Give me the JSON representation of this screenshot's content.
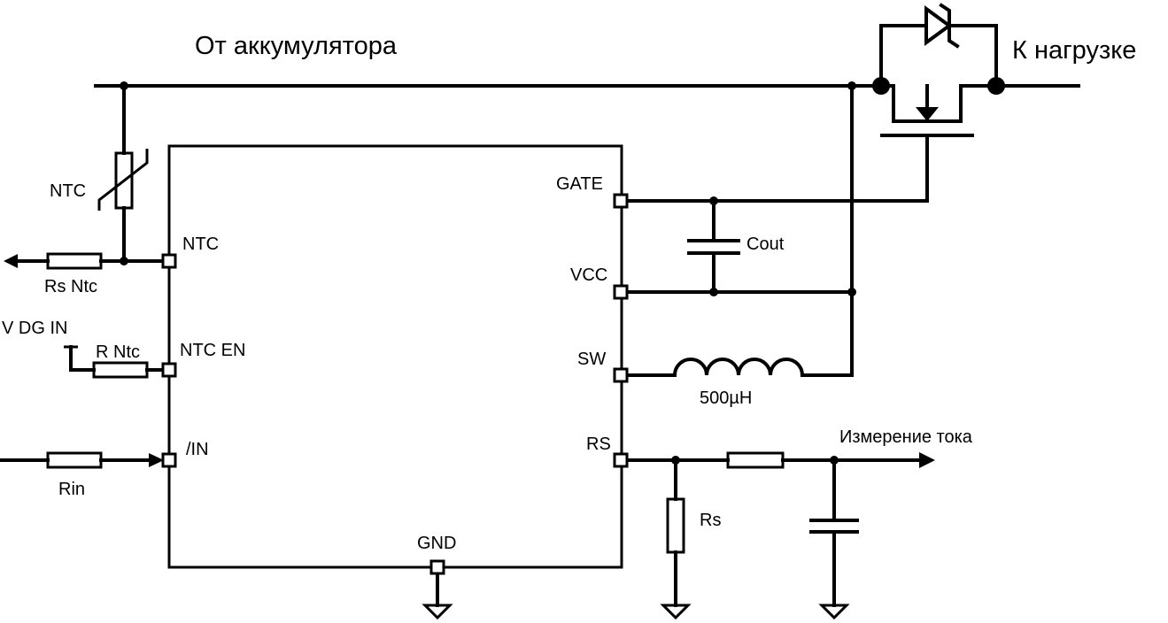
{
  "labels": {
    "from_battery": "От аккумулятора",
    "to_load": "К нагрузке",
    "ntc_thermistor": "NTC",
    "rs_ntc": "Rs Ntc",
    "v_dg_in": "V DG IN",
    "r_ntc": "R Ntc",
    "rin": "Rin",
    "cout": "Cout",
    "inductor": "500µH",
    "rs": "Rs",
    "current_measure": "Измерение тока"
  },
  "ic_pins": {
    "ntc": "NTC",
    "ntc_en": "NTC EN",
    "in": "/IN",
    "gnd": "GND",
    "gate": "GATE",
    "vcc": "VCC",
    "sw": "SW",
    "rs": "RS"
  }
}
